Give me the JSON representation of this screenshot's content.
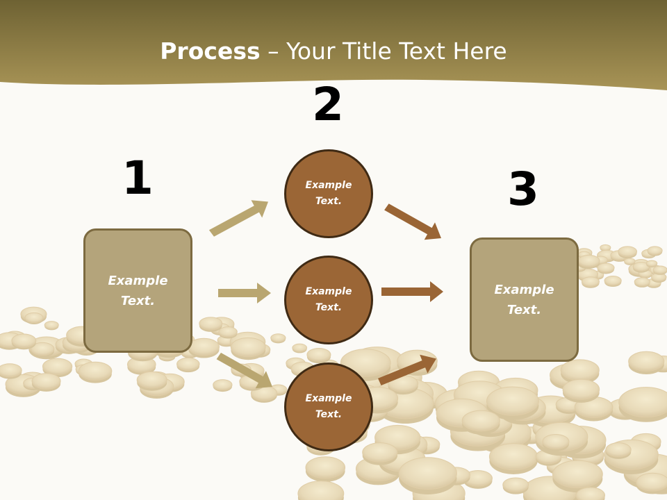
{
  "title": {
    "strong": "Process",
    "rest": " – Your Title Text Here"
  },
  "steps": {
    "s1": {
      "number": "1",
      "text": "Example\nText."
    },
    "s2": {
      "number": "2"
    },
    "s3": {
      "number": "3",
      "text": "Example\nText."
    }
  },
  "circles": [
    {
      "text": "Example\nText."
    },
    {
      "text": "Example\nText."
    },
    {
      "text": "Example\nText."
    }
  ],
  "colors": {
    "header_band": "#8f7d46",
    "box_fill": "#b4a47b",
    "box_border": "#7c6a40",
    "circle_fill": "#9b6636",
    "circle_border": "#3f2a14",
    "arrow_left": "#b9a670",
    "arrow_right": "#9a6535"
  },
  "icons": {
    "background": "gold-coins-background"
  }
}
